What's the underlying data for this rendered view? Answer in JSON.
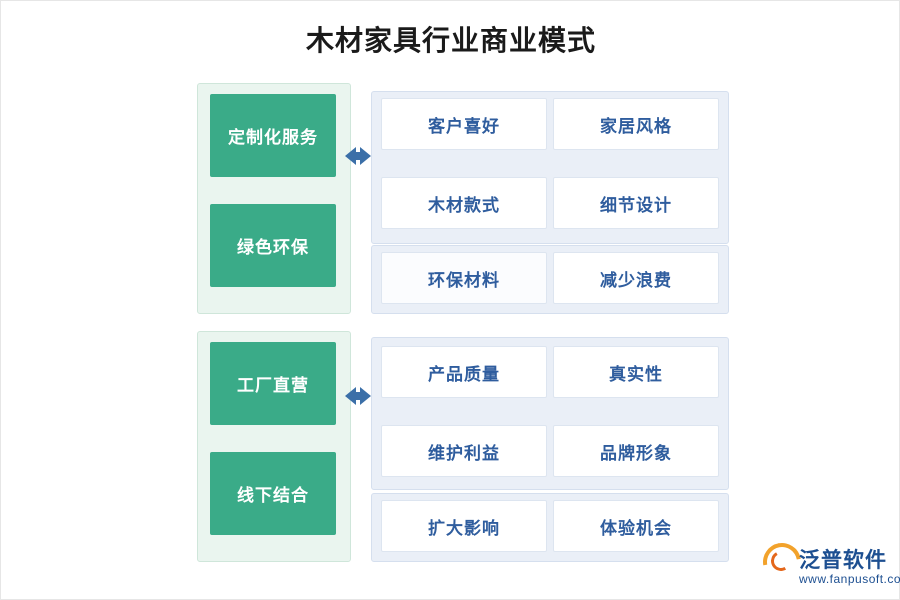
{
  "title": "木材家具行业商业模式",
  "colors": {
    "pillar_green": "#3aab88",
    "group_panel_bg": "#eaf5ef",
    "blue_panel_bg": "#eaeff7",
    "card_text": "#2f5d9e",
    "arrow": "#3b6fa8",
    "brand_blue": "#1d4f91",
    "brand_orange": "#f2a22b"
  },
  "groups": [
    {
      "pillars": [
        {
          "label": "定制化服务"
        },
        {
          "label": "绿色环保"
        }
      ]
    },
    {
      "pillars": [
        {
          "label": "工厂直营"
        },
        {
          "label": "线下结合"
        }
      ]
    }
  ],
  "blocks": [
    {
      "cards": [
        {
          "label": "客户喜好"
        },
        {
          "label": "家居风格"
        },
        {
          "label": "木材款式"
        },
        {
          "label": "细节设计"
        }
      ]
    },
    {
      "cards": [
        {
          "label": "环保材料"
        },
        {
          "label": "减少浪费"
        }
      ]
    },
    {
      "cards": [
        {
          "label": "产品质量"
        },
        {
          "label": "真实性"
        },
        {
          "label": "维护利益"
        },
        {
          "label": "品牌形象"
        }
      ]
    },
    {
      "cards": [
        {
          "label": "扩大影响"
        },
        {
          "label": "体验机会"
        }
      ]
    }
  ],
  "watermark": {
    "text": "泛普软件"
  },
  "brand": {
    "name": "泛普软件",
    "url": "www.fanpusoft.com"
  }
}
